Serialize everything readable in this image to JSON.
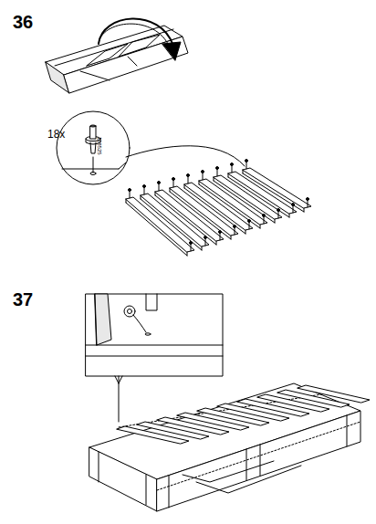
{
  "diagram": {
    "labels": [
      "36",
      "18x",
      "118525",
      "37"
    ]
  }
}
